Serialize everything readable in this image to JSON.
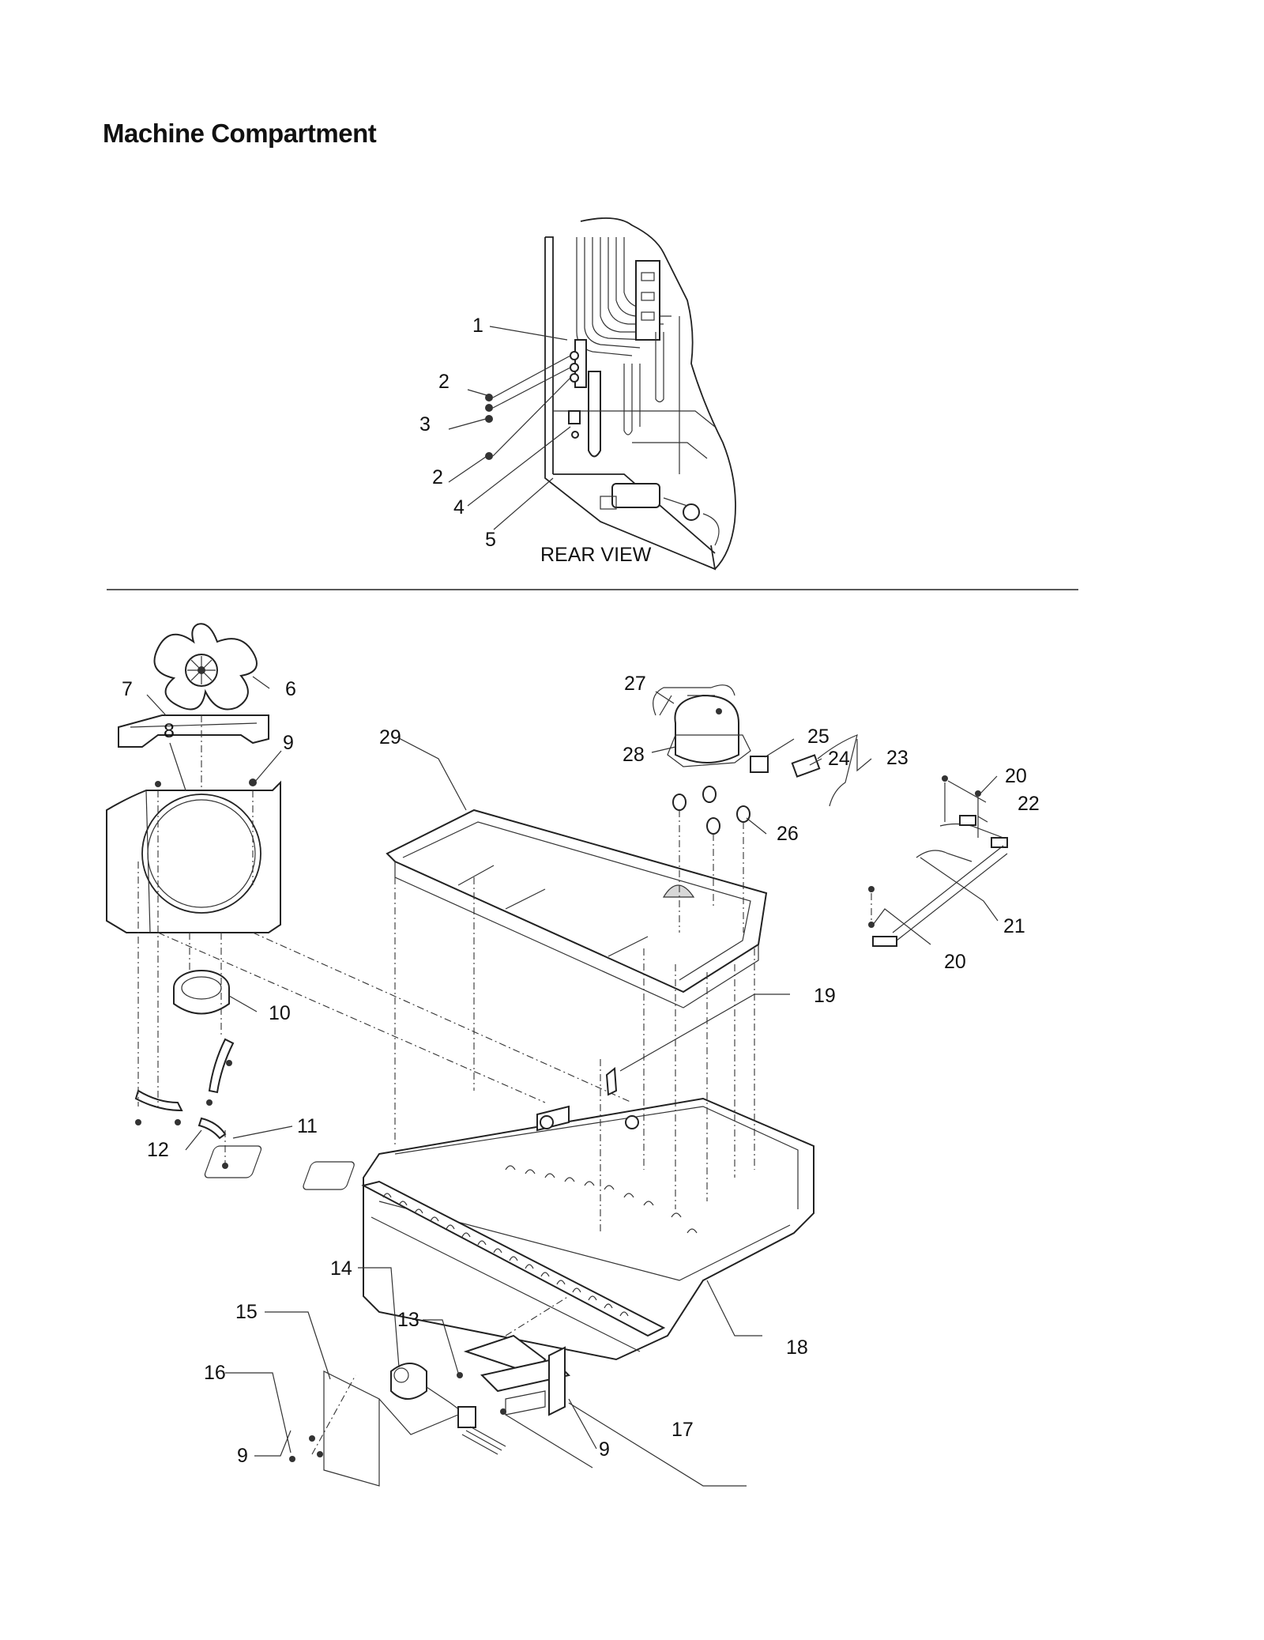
{
  "title": "Machine Compartment",
  "rear_view_caption": "REAR VIEW",
  "callouts": [
    {
      "id": "c1",
      "text": "1"
    },
    {
      "id": "c2a",
      "text": "2"
    },
    {
      "id": "c3",
      "text": "3"
    },
    {
      "id": "c2b",
      "text": "2"
    },
    {
      "id": "c4",
      "text": "4"
    },
    {
      "id": "c5",
      "text": "5"
    },
    {
      "id": "c6",
      "text": "6"
    },
    {
      "id": "c7",
      "text": "7"
    },
    {
      "id": "c8",
      "text": "8"
    },
    {
      "id": "c9a",
      "text": "9"
    },
    {
      "id": "c10",
      "text": "10"
    },
    {
      "id": "c11",
      "text": "11"
    },
    {
      "id": "c12",
      "text": "12"
    },
    {
      "id": "c13",
      "text": "13"
    },
    {
      "id": "c14",
      "text": "14"
    },
    {
      "id": "c15",
      "text": "15"
    },
    {
      "id": "c16",
      "text": "16"
    },
    {
      "id": "c9b",
      "text": "9"
    },
    {
      "id": "c9c",
      "text": "9"
    },
    {
      "id": "c17",
      "text": "17"
    },
    {
      "id": "c18",
      "text": "18"
    },
    {
      "id": "c19",
      "text": "19"
    },
    {
      "id": "c20a",
      "text": "20"
    },
    {
      "id": "c21",
      "text": "21"
    },
    {
      "id": "c20b",
      "text": "20"
    },
    {
      "id": "c22",
      "text": "22"
    },
    {
      "id": "c23",
      "text": "23"
    },
    {
      "id": "c24",
      "text": "24"
    },
    {
      "id": "c25",
      "text": "25"
    },
    {
      "id": "c26",
      "text": "26"
    },
    {
      "id": "c27",
      "text": "27"
    },
    {
      "id": "c28",
      "text": "28"
    },
    {
      "id": "c29",
      "text": "29"
    }
  ]
}
